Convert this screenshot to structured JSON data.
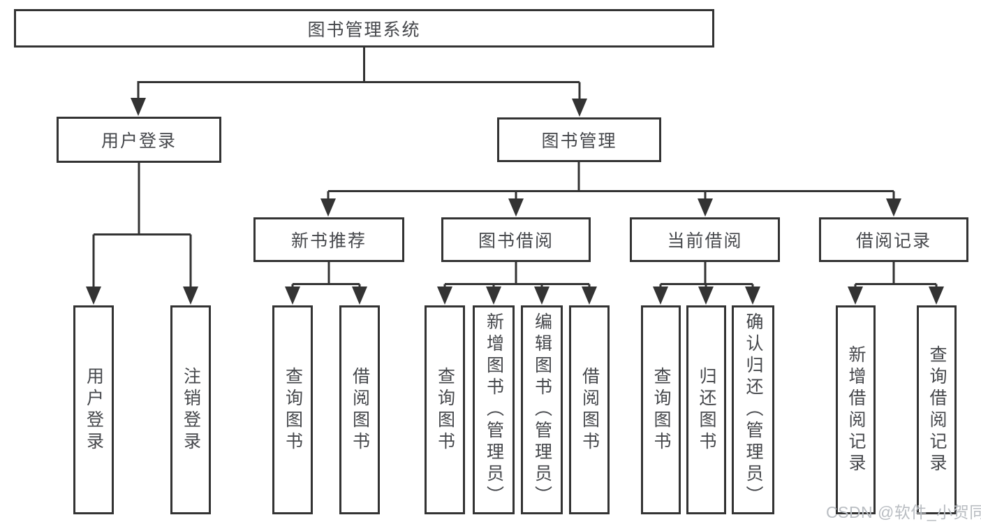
{
  "diagram": {
    "root": {
      "label": "图书管理系统"
    },
    "branches": [
      {
        "id": "user-login",
        "label": "用户登录",
        "leaves": [
          "用户登录",
          "注销登录"
        ]
      },
      {
        "id": "book-management",
        "label": "图书管理",
        "groups": [
          {
            "id": "new-book-recommend",
            "label": "新书推荐",
            "leaves": [
              "查询图书",
              "借阅图书"
            ]
          },
          {
            "id": "book-borrow",
            "label": "图书借阅",
            "leaves": [
              "查询图书",
              "新增图书（管理员）",
              "编辑图书（管理员）",
              "借阅图书"
            ]
          },
          {
            "id": "current-borrow",
            "label": "当前借阅",
            "leaves": [
              "查询图书",
              "归还图书",
              "确认归还（管理员）"
            ]
          },
          {
            "id": "borrow-records",
            "label": "借阅记录",
            "leaves": [
              "新增借阅记录",
              "查询借阅记录"
            ]
          }
        ]
      }
    ]
  },
  "watermark": {
    "text": "CSDN @软件_小贺同学"
  },
  "colors": {
    "line": "#333333",
    "text": "#45474b",
    "background": "#ffffff",
    "watermark": "#b9bdc2"
  }
}
